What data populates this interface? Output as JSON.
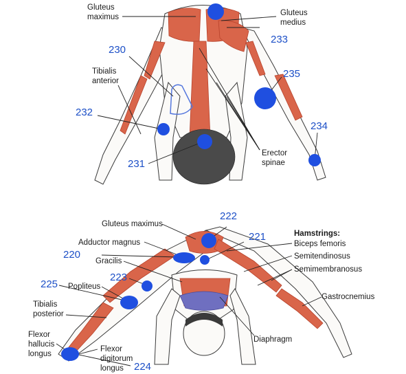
{
  "colors": {
    "muscle": "#d9654a",
    "muscle_dark": "#b8432c",
    "skin": "#fbfaf8",
    "outline": "#3a3a3a",
    "marker": "#1f4fe0",
    "number": "#1c4fc7",
    "leader": "#222222",
    "diaphragm": "#6f6fc0"
  },
  "top_figure": {
    "labels": {
      "gluteus_maximus": "Gluteus maximus",
      "gluteus_medius": "Gluteus medius",
      "tibialis_anterior": "Tibialis anterior",
      "erector_spinae": "Erector spinae"
    },
    "numbers": {
      "n230": "230",
      "n231": "231",
      "n232": "232",
      "n233": "233",
      "n234": "234",
      "n235": "235"
    }
  },
  "bottom_figure": {
    "labels": {
      "gluteus_maximus": "Gluteus maximus",
      "adductor_magnus": "Adductor magnus",
      "gracilis": "Gracilis",
      "popliteus": "Popliteus",
      "tibialis_posterior": "Tibialis posterior",
      "flexor_hallucis_longus": "Flexor hallucis longus",
      "flexor_digitorum_longus": "Flexor digitorum longus",
      "diaphragm": "Diaphragm",
      "gastrocnemius": "Gastrocnemius",
      "hamstrings_heading": "Hamstrings:",
      "biceps_femoris": "Biceps femoris",
      "semitendinosus": "Semitendinosus",
      "semimembranosus": "Semimembranosus"
    },
    "numbers": {
      "n220": "220",
      "n221": "221",
      "n222": "222",
      "n223": "223",
      "n224": "224",
      "n225": "225"
    }
  }
}
